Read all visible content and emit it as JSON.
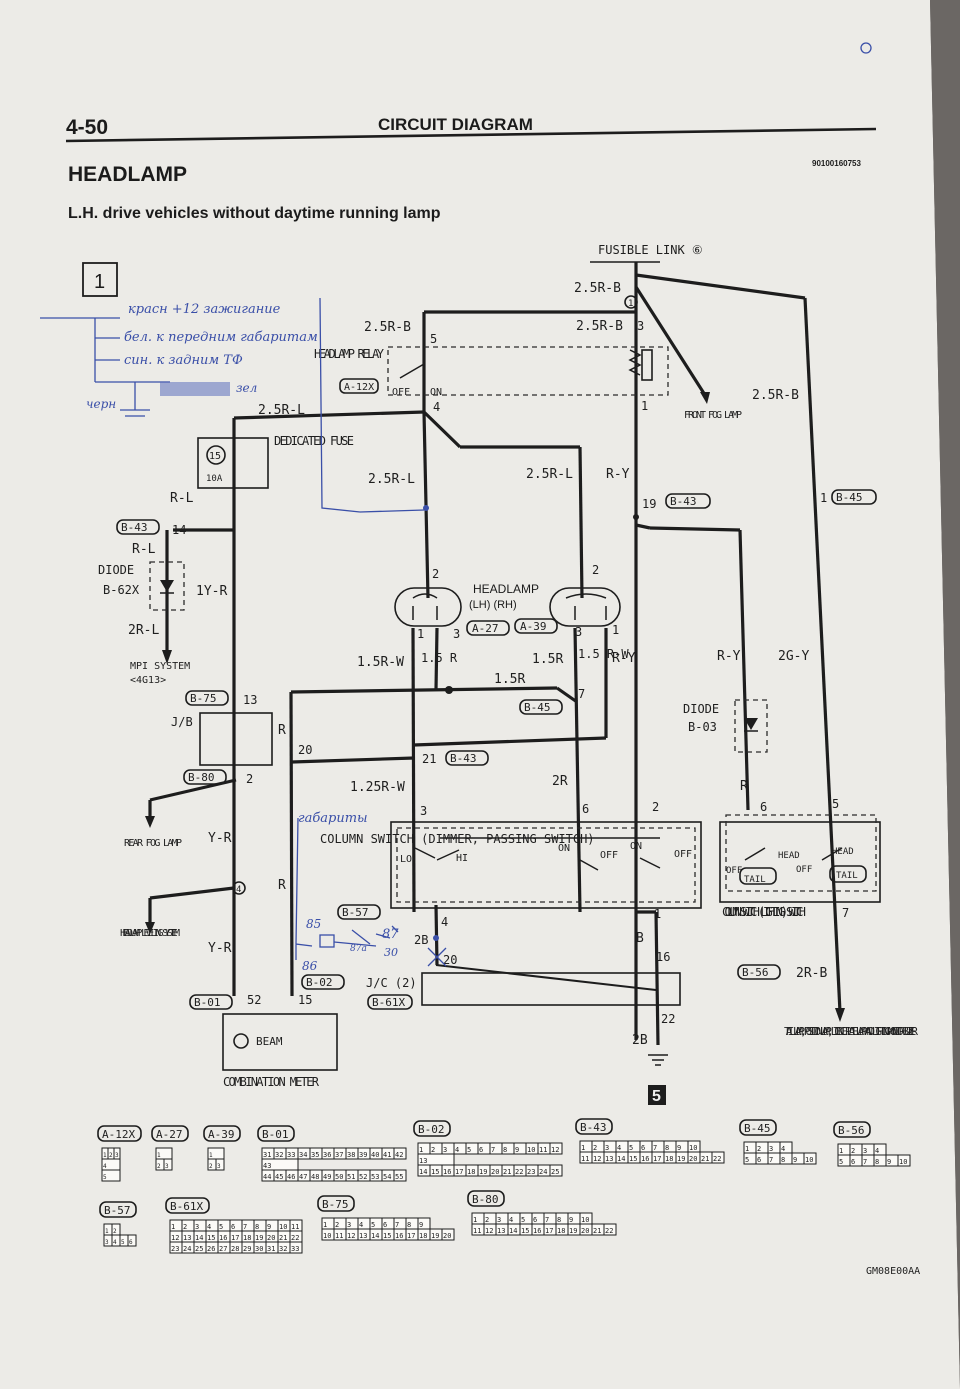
{
  "header": {
    "page_number": "4-50",
    "section": "CIRCUIT DIAGRAM",
    "title": "HEADLAMP",
    "subtitle": "L.H. drive vehicles without daytime running lamp",
    "doc_code": "90100160753",
    "sheet_number": "1",
    "footer_code": "GM08E00AA"
  },
  "components": {
    "fusible_link": "FUSIBLE LINK ⑥",
    "headlamp_relay": "HEADLAMP RELAY",
    "relay_code": "A-12X",
    "relay_off": "OFF",
    "relay_on": "ON",
    "dedicated_fuse": "DEDICATED FUSE",
    "fuse_no": "15",
    "fuse_rating": "10A",
    "diode1": "DIODE",
    "diode1_code": "B-62X",
    "mpi": "MPI SYSTEM",
    "mpi_sub": "<4G13>",
    "jb": "J/B",
    "headlamp": "HEADLAMP",
    "headlamp_sides": "(LH)  (RH)",
    "hl_lh_code": "A-27",
    "hl_rh_code": "A-39",
    "front_fog": "FRONT FOG LAMP",
    "diode2": "DIODE",
    "diode2_code": "B-03",
    "col_switch": "COLUMN SWITCH (DIMMER, PASSING SWITCH)",
    "col_switch_code": "B-57",
    "lo": "LO",
    "hi": "HI",
    "on": "ON",
    "off": "OFF",
    "light_switch": "COLUMN SWITCH (LIGHTING) SWITCH",
    "light_code": "B-56",
    "head": "HEAD",
    "tail": "TAIL",
    "rear_fog": "REAR FOG LAMP",
    "leveling": "HEADLAMP LEVELING SYSTEM",
    "combo_meter": "COMBINATION METER",
    "beam": "BEAM",
    "jc": "J/C (2)",
    "jc_code": "B-61X",
    "tail_lamp": "TAIL LAMP, POSITION LAMP, LICENCE PLATE LAMP AND LIGHTING MONITOR BUZZER",
    "ground": "5"
  },
  "wires": {
    "w1": "2.5R-B",
    "w2": "2.5R-B",
    "w3": "2.5R-B",
    "w4": "2.5R-B",
    "w5": "2.5R-L",
    "w6": "2.5R-L",
    "w7": "2.5R-L",
    "w8": "R-Y",
    "w9": "R-L",
    "w10": "R-L",
    "w11": "1Y-R",
    "w12": "2R-L",
    "w13": "1.5R-W",
    "w14": "1.5 R",
    "w15": "1.5R",
    "w16": "1.5 R-W",
    "w17": "R-Y",
    "w18": "1.5R",
    "w19": "R-Y",
    "w20": "2G-Y",
    "w21": "R",
    "w22": "1.25R-W",
    "w23": "2R",
    "w24": "R",
    "w25": "Y-R",
    "w26": "Y-R",
    "w27": "R",
    "w28": "2B",
    "w29": "B",
    "w30": "2B",
    "w31": "2R-B"
  },
  "pins": {
    "p_f1": "1",
    "p_5": "5",
    "p_3": "3",
    "p_4": "4",
    "p_1": "1",
    "p_19": "19",
    "p_b1": "1",
    "p_14": "14",
    "p_13": "13",
    "p_2": "2",
    "p_20": "20",
    "p_21": "21",
    "p_hl_l2": "2",
    "p_hl_l1": "1",
    "p_hl_l3": "3",
    "p_hl_r2": "2",
    "p_hl_r3": "3",
    "p_hl_r1": "1",
    "p_7": "7",
    "p_c3": "3",
    "p_c6": "6",
    "p_c2": "2",
    "p_c4": "4",
    "p_c1": "1",
    "p_l6": "6",
    "p_l5": "5",
    "p_l7": "7",
    "p_52": "52",
    "p_15": "15",
    "p_j20": "20",
    "p_16": "16",
    "p_22": "22",
    "p_4circle": "4"
  },
  "connector_codes": {
    "b43a": "B-43",
    "b43b": "B-43",
    "b43c": "B-43",
    "b45a": "B-45",
    "b45b": "B-45",
    "b75": "B-75",
    "b80": "B-80",
    "b01": "B-01",
    "b02": "B-02"
  },
  "annotations": {
    "h1": "красн +12 зажигание",
    "h2": "бел. к передним габаритам",
    "h3": "син. к задним ТФ",
    "h4": "черн",
    "h5": "зел",
    "h6": "габариты",
    "h7": "87",
    "h8": "85",
    "h9": "86",
    "h10": "30",
    "h11": "87a"
  },
  "connector_legend": [
    {
      "code": "A-12X",
      "rows": [
        [
          "1",
          "2",
          "3"
        ],
        [
          "4"
        ],
        [
          "5"
        ]
      ]
    },
    {
      "code": "A-27",
      "rows": [
        [
          "1"
        ],
        [
          "2",
          "3"
        ]
      ]
    },
    {
      "code": "A-39",
      "rows": [
        [
          "1"
        ],
        [
          "2",
          "3"
        ]
      ]
    },
    {
      "code": "B-01",
      "rows": [
        [
          "31",
          "32",
          "33",
          "34",
          "35",
          "36",
          "37",
          "38",
          "39",
          "40",
          "41",
          "42"
        ],
        [
          "43"
        ],
        [
          "44",
          "45",
          "46",
          "47",
          "48",
          "49",
          "50",
          "51",
          "52",
          "53",
          "54",
          "55"
        ]
      ]
    },
    {
      "code": "B-02",
      "rows": [
        [
          "1",
          "2",
          "3",
          "4",
          "5",
          "6",
          "7",
          "8",
          "9",
          "10",
          "11",
          "12"
        ],
        [
          "13"
        ],
        [
          "14",
          "15",
          "16",
          "17",
          "18",
          "19",
          "20",
          "21",
          "22",
          "23",
          "24",
          "25"
        ]
      ]
    },
    {
      "code": "B-43",
      "rows": [
        [
          "1",
          "2",
          "3",
          "4",
          "5",
          "6",
          "7",
          "8",
          "9",
          "10"
        ],
        [
          "11",
          "12",
          "13",
          "14",
          "15",
          "16",
          "17",
          "18",
          "19",
          "20",
          "21",
          "22"
        ]
      ]
    },
    {
      "code": "B-45",
      "rows": [
        [
          "1",
          "2",
          "3",
          "4"
        ],
        [
          "5",
          "6",
          "7",
          "8",
          "9",
          "10"
        ]
      ]
    },
    {
      "code": "B-56",
      "rows": [
        [
          "1",
          "2",
          "3",
          "4"
        ],
        [
          "5",
          "6",
          "7",
          "8",
          "9",
          "10"
        ]
      ]
    },
    {
      "code": "B-57",
      "rows": [
        [
          "1",
          "2"
        ],
        [
          "3",
          "4",
          "5",
          "6"
        ]
      ]
    },
    {
      "code": "B-61X",
      "rows": [
        [
          "1",
          "2",
          "3",
          "4",
          "5",
          "6",
          "7",
          "8",
          "9",
          "10",
          "11"
        ],
        [
          "12",
          "13",
          "14",
          "15",
          "16",
          "17",
          "18",
          "19",
          "20",
          "21",
          "22"
        ],
        [
          "23",
          "24",
          "25",
          "26",
          "27",
          "28",
          "29",
          "30",
          "31",
          "32",
          "33"
        ]
      ]
    },
    {
      "code": "B-75",
      "rows": [
        [
          "1",
          "2",
          "3",
          "4",
          "5",
          "6",
          "7",
          "8",
          "9"
        ],
        [
          "10",
          "11",
          "12",
          "13",
          "14",
          "15",
          "16",
          "17",
          "18",
          "19",
          "20"
        ]
      ]
    },
    {
      "code": "B-80",
      "rows": [
        [
          "1",
          "2",
          "3",
          "4",
          "5",
          "6",
          "7",
          "8",
          "9",
          "10"
        ],
        [
          "11",
          "12",
          "13",
          "14",
          "15",
          "16",
          "17",
          "18",
          "19",
          "20",
          "21",
          "22"
        ]
      ]
    }
  ]
}
